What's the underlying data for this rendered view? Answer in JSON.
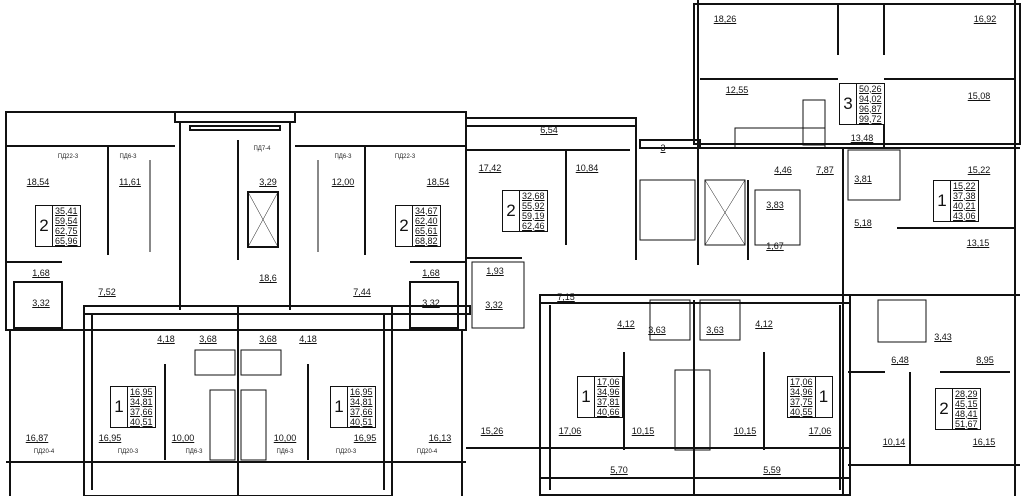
{
  "room_areas": [
    "18,54",
    "11,61",
    "3,29",
    "12,00",
    "18,54",
    "1,68",
    "7,52",
    "18,6",
    "7,44",
    "1,68",
    "3,32",
    "3,32",
    "4,18",
    "3,68",
    "3,68",
    "4,18",
    "16,87",
    "16,95",
    "10,00",
    "10,00",
    "16,95",
    "16,13",
    "6,54",
    "17,42",
    "10,84",
    "1,93",
    "7,15",
    "3,32",
    "4,46",
    "3,83",
    "1,67",
    "4,12",
    "3,63",
    "3,63",
    "4,12",
    "15,26",
    "17,06",
    "10,15",
    "10,15",
    "17,06",
    "5,70",
    "5,59",
    "18,26",
    "16,92",
    "12,55",
    "15,08",
    "13,48",
    "7,87",
    "3,81",
    "15,22",
    "5,18",
    "13,15",
    "3,43",
    "6,48",
    "8,95",
    "10,14",
    "16,15",
    "3"
  ],
  "window_marks": [
    "ПД22-3",
    "ПД6-3",
    "ПД7-4",
    "ПД6-3",
    "ПД22-3",
    "ПД20-4",
    "ПД20-3",
    "ПД6-3",
    "ПД6-3",
    "ПД20-3",
    "ПД20-4"
  ],
  "apartments": [
    {
      "rooms": "2",
      "areas": [
        "35,41",
        "59,54",
        "62,75",
        "65,96"
      ]
    },
    {
      "rooms": "2",
      "areas": [
        "34,67",
        "62,40",
        "65,61",
        "68,82"
      ]
    },
    {
      "rooms": "1",
      "areas": [
        "16,95",
        "34,81",
        "37,66",
        "40,51"
      ]
    },
    {
      "rooms": "1",
      "areas": [
        "16,95",
        "34,81",
        "37,66",
        "40,51"
      ]
    },
    {
      "rooms": "2",
      "areas": [
        "32,68",
        "55,92",
        "59,19",
        "62,46"
      ]
    },
    {
      "rooms": "1",
      "areas": [
        "17,06",
        "34,96",
        "37,81",
        "40,66"
      ]
    },
    {
      "rooms": "1",
      "areas": [
        "17,06",
        "34,96",
        "37,75",
        "40,55"
      ]
    },
    {
      "rooms": "3",
      "areas": [
        "50,26",
        "94,02",
        "96,87",
        "99,72"
      ]
    },
    {
      "rooms": "1",
      "areas": [
        "15,22",
        "37,38",
        "40,21",
        "43,06"
      ]
    },
    {
      "rooms": "2",
      "areas": [
        "28,29",
        "45,15",
        "48,41",
        "51,67"
      ]
    }
  ]
}
